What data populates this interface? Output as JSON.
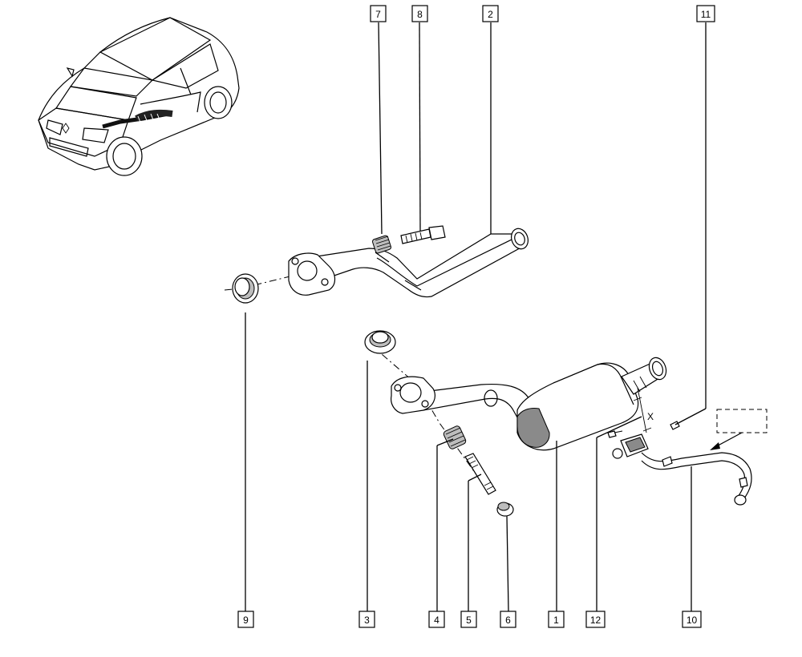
{
  "callouts": [
    "7",
    "8",
    "2",
    "11",
    "9",
    "3",
    "4",
    "5",
    "6",
    "1",
    "12",
    "10"
  ],
  "annotations": {
    "x_marker": "X"
  }
}
